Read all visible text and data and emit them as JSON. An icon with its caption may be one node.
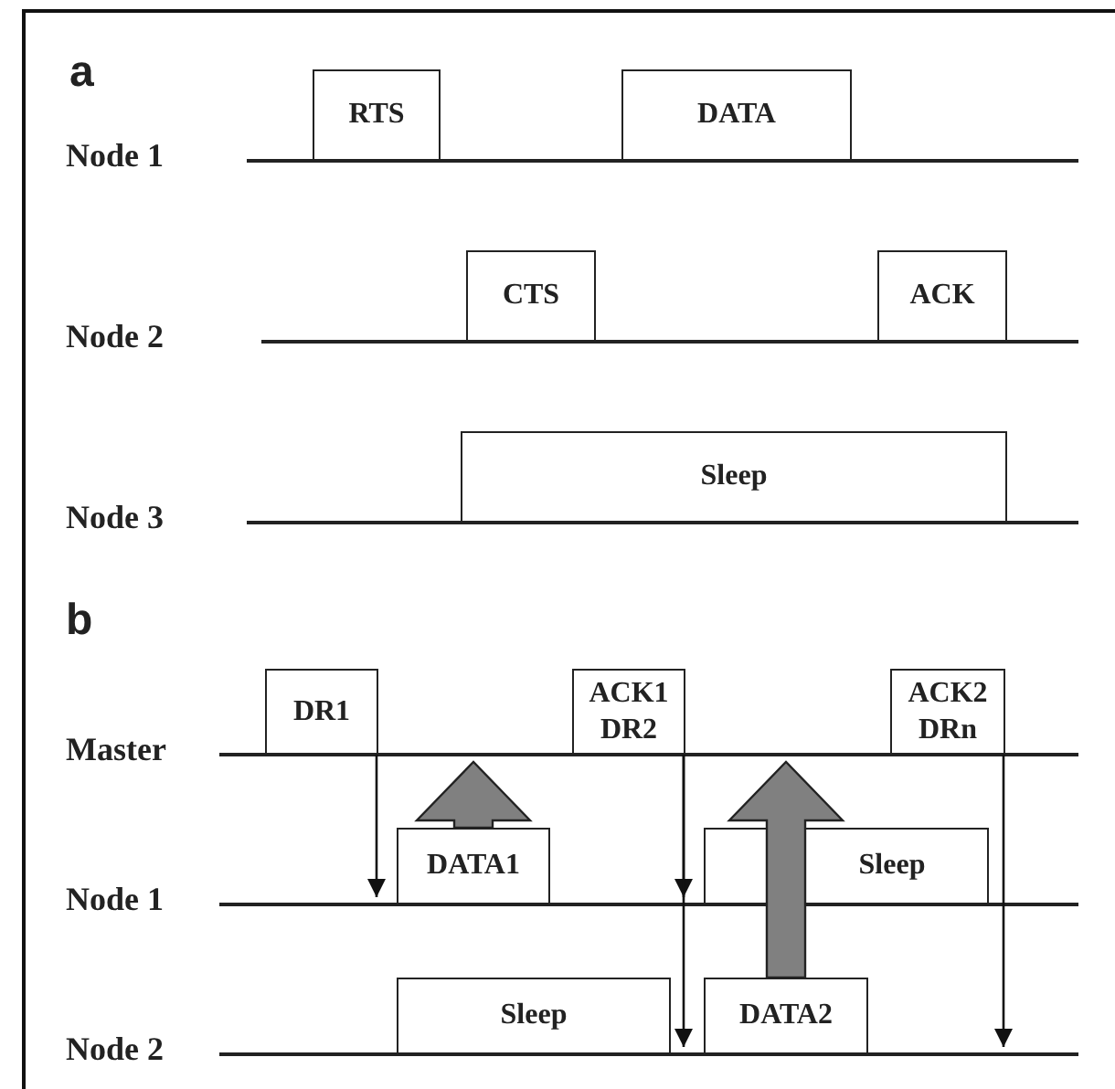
{
  "diagram": {
    "nodes": [
      {
        "text": [
          "RTS"
        ]
      },
      {
        "text": [
          "DATA"
        ]
      },
      {
        "text": [
          "CTS"
        ]
      },
      {
        "text": [
          "ACK"
        ]
      },
      {
        "text": [
          "Sleep"
        ]
      },
      {
        "text": [
          "DR1"
        ]
      },
      {
        "text": [
          "ACK1 DR2"
        ]
      },
      {
        "text": [
          "ACK2 DRn"
        ]
      },
      {
        "text": [
          "DATA1"
        ]
      },
      {
        "text": [
          "Sleep"
        ]
      },
      {
        "text": [
          "Sleep"
        ]
      },
      {
        "text": [
          "DATA2"
        ]
      },
      {
        "text": [],
        "shape": "bar",
        "beside": [
          "Node 1"
        ]
      },
      {
        "text": [],
        "shape": "bar",
        "beside": [
          "Node 2"
        ]
      },
      {
        "text": [],
        "shape": "bar",
        "beside": [
          "Node 3"
        ]
      },
      {
        "text": [],
        "shape": "bar",
        "beside": [
          "Master"
        ]
      },
      {
        "text": [],
        "shape": "bar",
        "beside": [
          "Node 1"
        ]
      },
      {
        "text": [],
        "shape": "bar",
        "beside": [
          "Node 2"
        ]
      }
    ],
    "edges": [
      {
        "from": 5,
        "to": 16,
        "arrow": "to"
      },
      {
        "from": 6,
        "to": 16,
        "arrow": "to"
      },
      {
        "from": 6,
        "to": 17,
        "arrow": "to"
      },
      {
        "from": 7,
        "to": 17,
        "arrow": "to"
      },
      {
        "from": 8,
        "to": 15,
        "arrow": "to",
        "style": "thick",
        "color": "#808080"
      },
      {
        "from": 11,
        "to": 15,
        "arrow": "to",
        "style": "thick",
        "color": "#808080"
      }
    ],
    "labels": [
      "a",
      "b"
    ]
  }
}
